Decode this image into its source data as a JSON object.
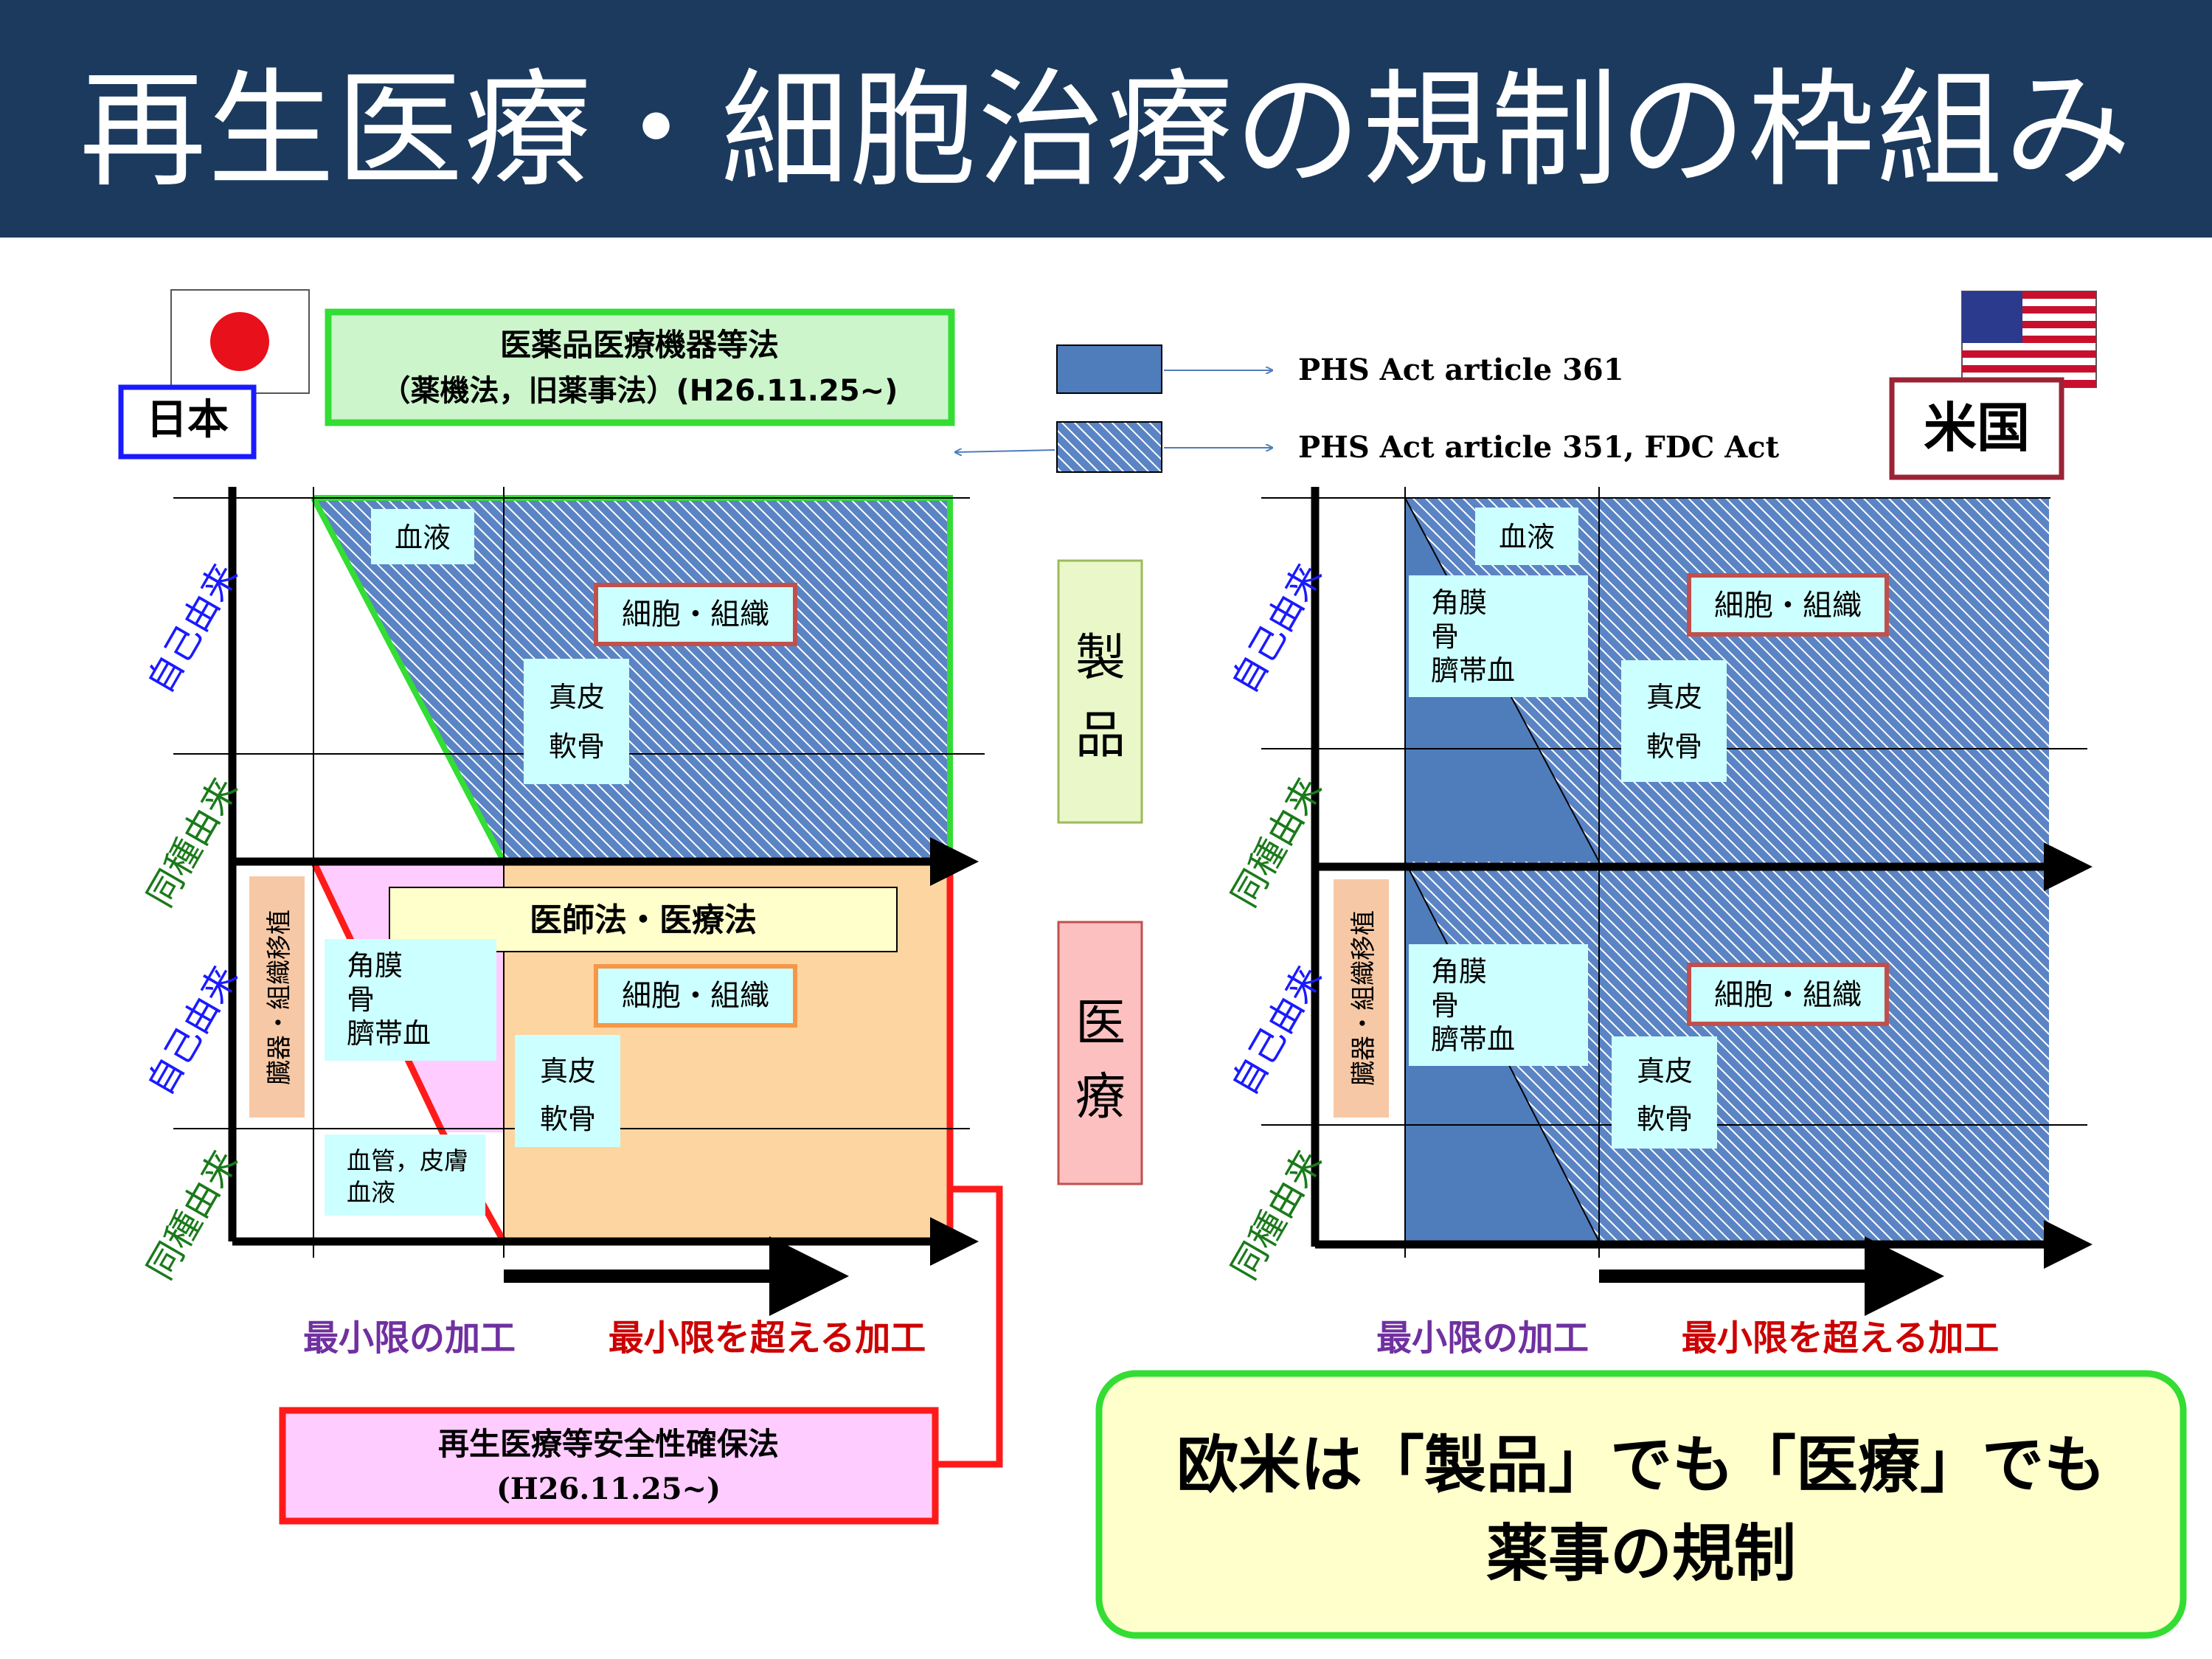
{
  "title": "再生医療・細胞治療の規制の枠組み",
  "colors": {
    "header": "#1b3a5e",
    "product_blue": "#4f7dbb",
    "law_green": "#33dd33",
    "law_red": "#ff1a1a",
    "autologous_text": "#1a1aff",
    "allogeneic_text": "#1a7a1a",
    "minimal_text": "#7030a0",
    "more_than_minimal_text": "#cc0000"
  },
  "legend": {
    "solid": "PHS Act article 361",
    "hatched": "PHS Act article 351, FDC Act"
  },
  "japan": {
    "country": "日本",
    "pmd_law": {
      "line1": "医薬品医療機器等法",
      "line2": "（薬機法，旧薬事法）(H26.11.25~)"
    },
    "medical_law": "医師法・医療法",
    "regen_law": {
      "line1": "再生医療等安全性確保法",
      "line2": "(H26.11.25~)"
    },
    "row_labels": [
      "自己由来",
      "同種由来",
      "自己由来",
      "同種由来"
    ],
    "organ_transplant": "臓器・組織移植",
    "blood": "血液",
    "cell_tissue_top": "細胞・組織",
    "cell_tissue_bottom": "細胞・組織",
    "dermis_top": [
      "真皮",
      "軟骨"
    ],
    "dermis_bottom": [
      "真皮",
      "軟骨"
    ],
    "cornea": [
      "角膜",
      "骨",
      "臍帯血"
    ],
    "vessel": [
      "血管，皮膚",
      "血液"
    ],
    "axis_minimal": "最小限の加工",
    "axis_more": "最小限を超える加工"
  },
  "usa": {
    "country": "米国",
    "row_labels": [
      "自己由来",
      "同種由来",
      "自己由来",
      "同種由来"
    ],
    "organ_transplant": "臓器・組織移植",
    "blood": "血液",
    "cornea_top": [
      "角膜",
      "骨",
      "臍帯血"
    ],
    "cornea_bottom": [
      "角膜",
      "骨",
      "臍帯血"
    ],
    "cell_tissue_top": "細胞・組織",
    "cell_tissue_bottom": "細胞・組織",
    "dermis_top": [
      "真皮",
      "軟骨"
    ],
    "dermis_bottom": [
      "真皮",
      "軟骨"
    ],
    "axis_minimal": "最小限の加工",
    "axis_more": "最小限を超える加工"
  },
  "center": {
    "product": [
      "製",
      "品"
    ],
    "medical": [
      "医",
      "療"
    ]
  },
  "conclusion": {
    "line1": "欧米は「製品」でも「医療」でも",
    "line2": "薬事の規制"
  }
}
